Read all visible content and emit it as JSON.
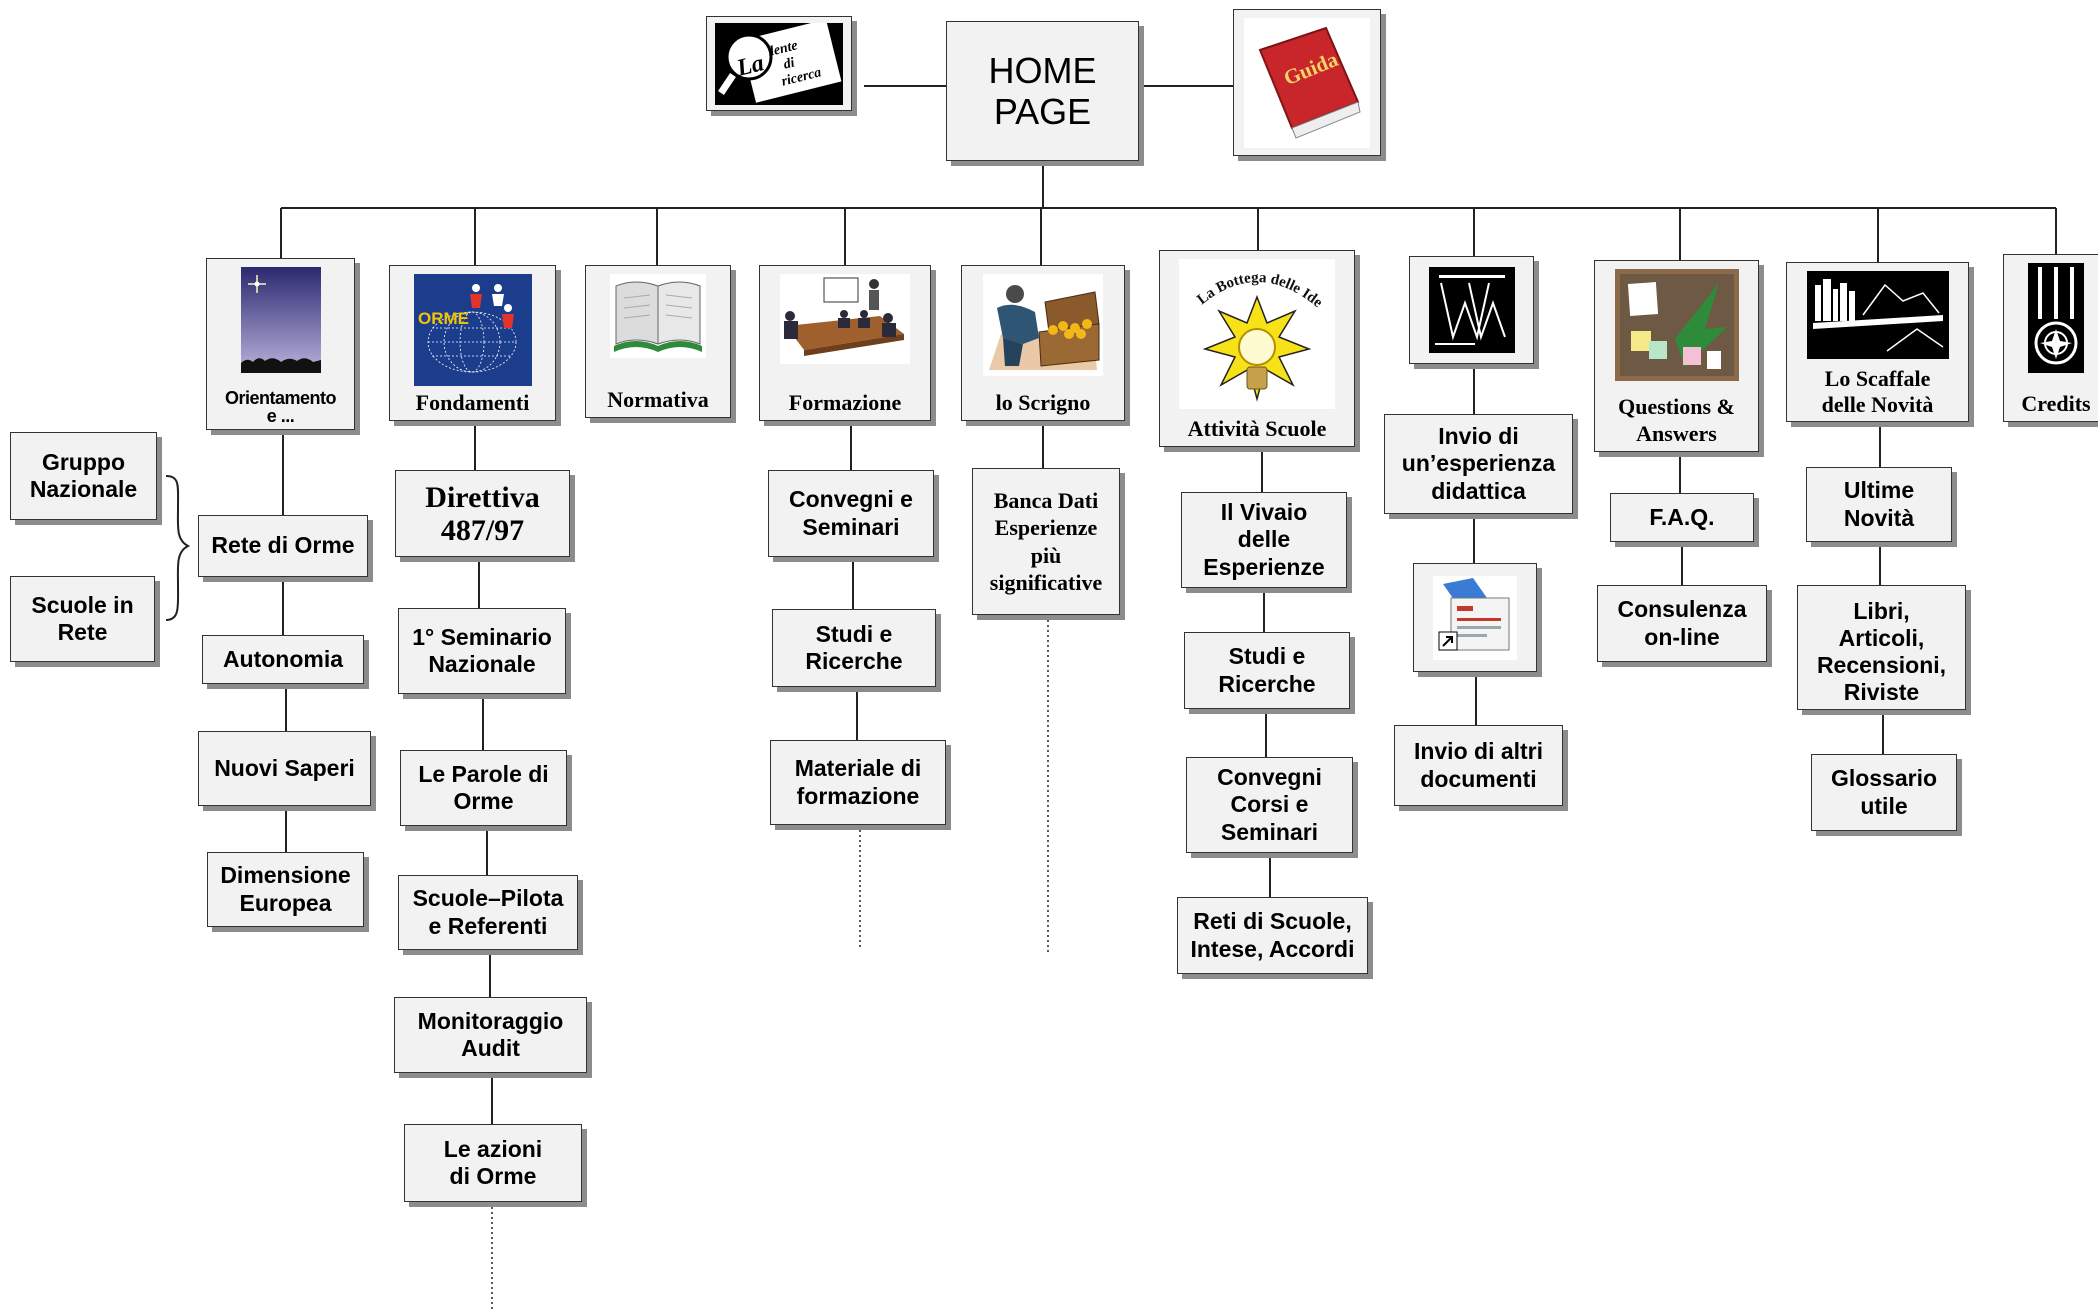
{
  "root": {
    "title": "HOME\nPAGE"
  },
  "side_icons": {
    "search_icon_text": "La lente di ricerca",
    "guide_icon_text": "Guida"
  },
  "sections": [
    {
      "label": "Orientamento\ne ...",
      "icon": "starry-night-icon"
    },
    {
      "label": "Fondamenti",
      "icon": "orme-logo-icon",
      "logo_text": "ORME"
    },
    {
      "label": "Normativa",
      "icon": "open-book-icon"
    },
    {
      "label": "Formazione",
      "icon": "meeting-room-icon"
    },
    {
      "label": "lo Scrigno",
      "icon": "treasure-chest-icon"
    },
    {
      "label": "Attività Scuole",
      "icon": "lightbulb-icon",
      "banner": "La Bottega delle Idee"
    },
    {
      "label": "",
      "icon": "word-document-icon"
    },
    {
      "label": "Questions &\nAnswers",
      "icon": "bulletin-board-icon"
    },
    {
      "label": "Lo Scaffale\ndelle Novità",
      "icon": "bookshelf-icon"
    },
    {
      "label": "Credits",
      "icon": "medal-icon"
    }
  ],
  "branches": {
    "orientamento": [
      "Rete di Orme",
      "Autonomia",
      "Nuovi Saperi",
      "Dimensione\nEuropea"
    ],
    "rete_di_orme_children": [
      "Gruppo\nNazionale",
      "Scuole in\nRete"
    ],
    "fondamenti": [
      "Direttiva\n487/97",
      "1° Seminario\nNazionale",
      "Le Parole di\nOrme",
      "Scuole–Pilota\ne Referenti",
      "Monitoraggio\nAudit",
      "Le azioni\ndi Orme"
    ],
    "formazione": [
      "Convegni e\nSeminari",
      "Studi e\nRicerche",
      "Materiale di\nformazione"
    ],
    "scrigno": [
      "Banca Dati\nEsperienze\npiù\nsignificative"
    ],
    "attivita_scuole": [
      "Il Vivaio\ndelle\nEsperienze",
      "Studi e\nRicerche",
      "Convegni\nCorsi e\nSeminari",
      "Reti di Scuole,\nIntese, Accordi"
    ],
    "word": [
      "Invio di\nun’esperienza\ndidattica",
      "Invio di altri\ndocumenti"
    ],
    "questions": [
      "F.A.Q.",
      "Consulenza\non-line"
    ],
    "scaffale": [
      "Ultime\nNovità",
      "Libri,\nArticoli,\nRecensioni,\nRiviste",
      "Glossario\nutile"
    ]
  },
  "colors": {
    "border": "#333333",
    "box_fill": "#f2f2f2",
    "shadow": "#8c8c8c",
    "line": "#222222"
  }
}
